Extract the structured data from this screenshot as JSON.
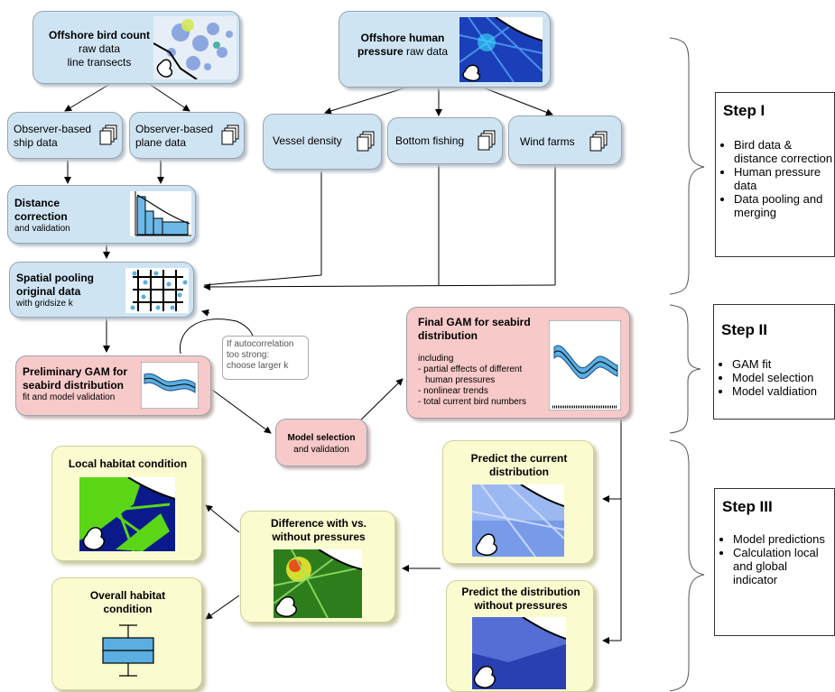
{
  "boxes": {
    "bird_count": {
      "title": "Offshore bird count",
      "line1": "raw data",
      "line2": "line transects"
    },
    "human_pressure": {
      "title1": "Offshore human",
      "title2": "pressure",
      "rest": " raw data"
    },
    "ship": {
      "line1": "Observer-based",
      "line2": "ship data"
    },
    "plane": {
      "line1": "Observer-based",
      "line2": "plane data"
    },
    "vessel": {
      "label": "Vessel density"
    },
    "bottom": {
      "label": "Bottom fishing"
    },
    "wind": {
      "label": "Wind farms"
    },
    "distance": {
      "title1": "Distance",
      "title2": "correction",
      "sub": "and validation"
    },
    "spatial": {
      "title1": "Spatial pooling",
      "title2": "original data",
      "sub": "with gridsize k"
    },
    "prelim": {
      "title1": "Preliminary GAM for",
      "title2": "seabird distribution",
      "sub": "fit and model validation"
    },
    "autocorr": {
      "line1": "If autocorrelation",
      "line2": "too strong:",
      "line3": "choose larger k"
    },
    "model_sel": {
      "title": "Model selection",
      "sub": "and validation"
    },
    "final_gam": {
      "title1": "Final GAM for seabird",
      "title2": "distribution",
      "including": "including",
      "items": [
        "- partial effects of different",
        "  human pressures",
        "- nonlinear trends",
        "- total current bird numbers"
      ]
    },
    "local": {
      "title": "Local habitat condition"
    },
    "overall": {
      "title1": "Overall habitat",
      "title2": "condition"
    },
    "difference": {
      "title1": "Difference with vs.",
      "title2": "without pressures"
    },
    "predict_current": {
      "title1": "Predict the current",
      "title2": "distribution"
    },
    "predict_without": {
      "title1": "Predict the distribution",
      "title2": "without pressures"
    }
  },
  "steps": [
    {
      "title": "Step I",
      "items": [
        "Bird data & distance correction",
        "Human pressure data",
        "Data pooling and merging"
      ]
    },
    {
      "title": "Step II",
      "items": [
        "GAM fit",
        "Model selection",
        "Model valdiation"
      ]
    },
    {
      "title": "Step III",
      "items": [
        "Model predictions",
        "Calculation local and global indicator"
      ]
    }
  ],
  "colors": {
    "blue_box": "#cfe4f3",
    "pink_box": "#f7c9c9",
    "yellow_box": "#fbfbd0",
    "curve": "#5aaee0"
  }
}
